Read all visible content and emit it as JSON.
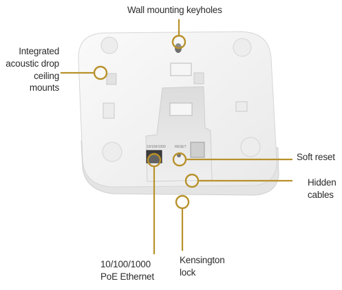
{
  "labels": {
    "wall_mounting_keyholes": "Wall mounting keyholes",
    "ceiling_mounts": "Integrated\nacoustic drop\nceiling mounts",
    "soft_reset": "Soft reset",
    "hidden_cables": "Hidden\ncables",
    "poe_ethernet": "10/100/1000\nPoE Ethernet",
    "kensington_lock": "Kensington\nlock"
  },
  "device": {
    "port_label": "10/100/1000",
    "reset_label": "RESET"
  },
  "colors": {
    "callout": "#b8912a",
    "device_body": "#f3f3f3",
    "device_edge": "#d6d6d6",
    "text": "#2b2b2b"
  }
}
